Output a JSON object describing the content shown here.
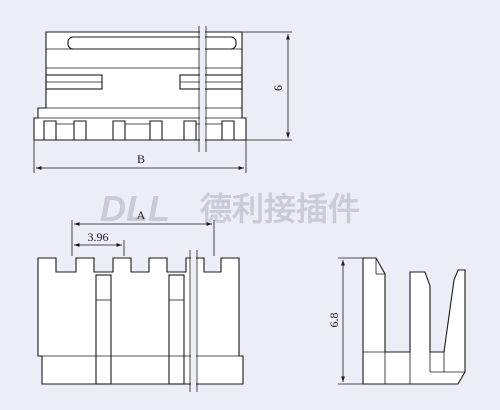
{
  "watermark": {
    "brand": "DLL",
    "brand_cn": "德利接插件"
  },
  "dimensions": {
    "height_top": "6",
    "width_b": "B",
    "pitch_a": "A",
    "pitch": "3.96",
    "height_side": "6.8"
  }
}
